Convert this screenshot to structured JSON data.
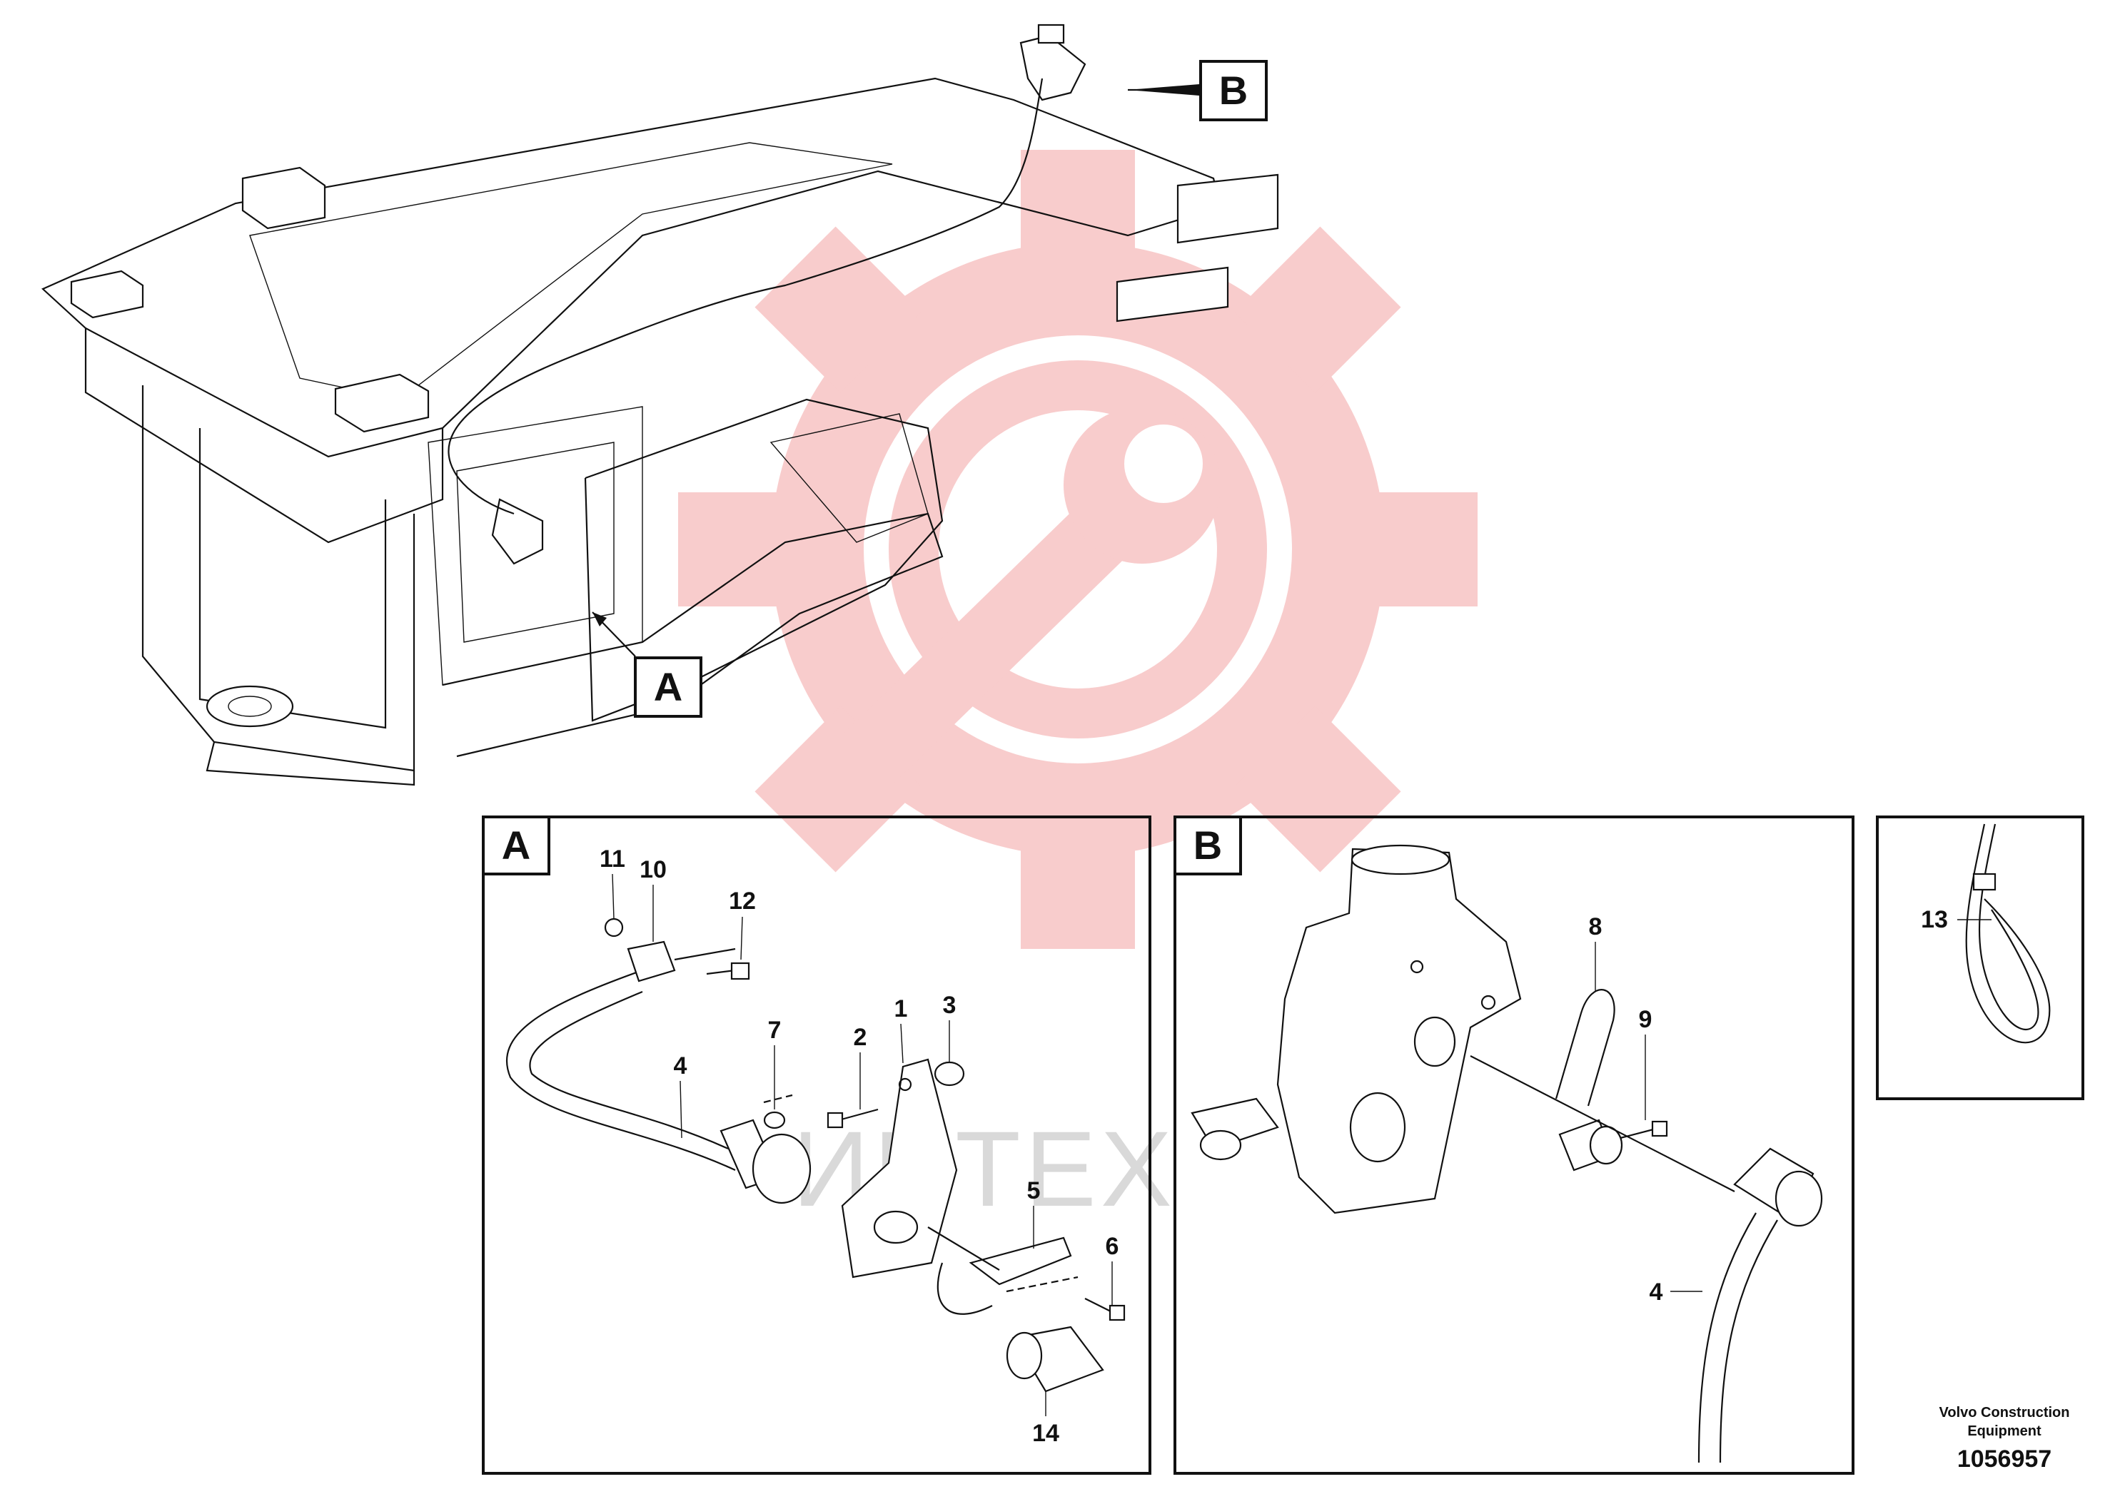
{
  "watermark": {
    "text": "ИНТЕХ",
    "color": "#e84a4a"
  },
  "overview": {
    "label_a": "A",
    "label_b": "B"
  },
  "detail_a": {
    "label": "A",
    "callouts": [
      "1",
      "2",
      "3",
      "4",
      "5",
      "6",
      "7",
      "10",
      "11",
      "12",
      "14"
    ]
  },
  "detail_b": {
    "label": "B",
    "callouts": [
      "4",
      "8",
      "9"
    ]
  },
  "detail_c": {
    "callouts": [
      "13"
    ]
  },
  "credit": {
    "line1": "Volvo Construction",
    "line2": "Equipment",
    "number": "1056957"
  }
}
